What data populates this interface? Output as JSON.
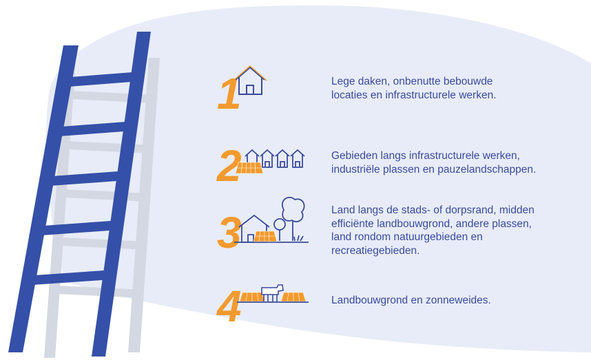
{
  "colors": {
    "background_blob": "#e8ecf8",
    "ladder": "#3450a8",
    "ladder_shadow": "#d4d8e2",
    "accent_orange": "#f29a2e",
    "icon_blue": "#3a4a9a",
    "text": "#3a4a9a"
  },
  "steps": [
    {
      "number": "1",
      "icon": "house-icon",
      "text": "Lege daken, onbenutte bebouwde\nlocaties en infrastructurele werken."
    },
    {
      "number": "2",
      "icon": "row-of-houses-with-solar-panels-icon",
      "text": "Gebieden langs infrastructurele werken,\nindustriële plassen en pauzelandschappen."
    },
    {
      "number": "3",
      "icon": "house-with-solar-panels-and-trees-icon",
      "text": "Land langs de stads- of dorpsrand, midden\nefficiënte landbouwgrond, andere plassen,\nland rondom natuurgebieden en\nrecreatiegebieden."
    },
    {
      "number": "4",
      "icon": "cow-with-solar-panels-icon",
      "text": "Landbouwgrond en zonneweides."
    }
  ]
}
